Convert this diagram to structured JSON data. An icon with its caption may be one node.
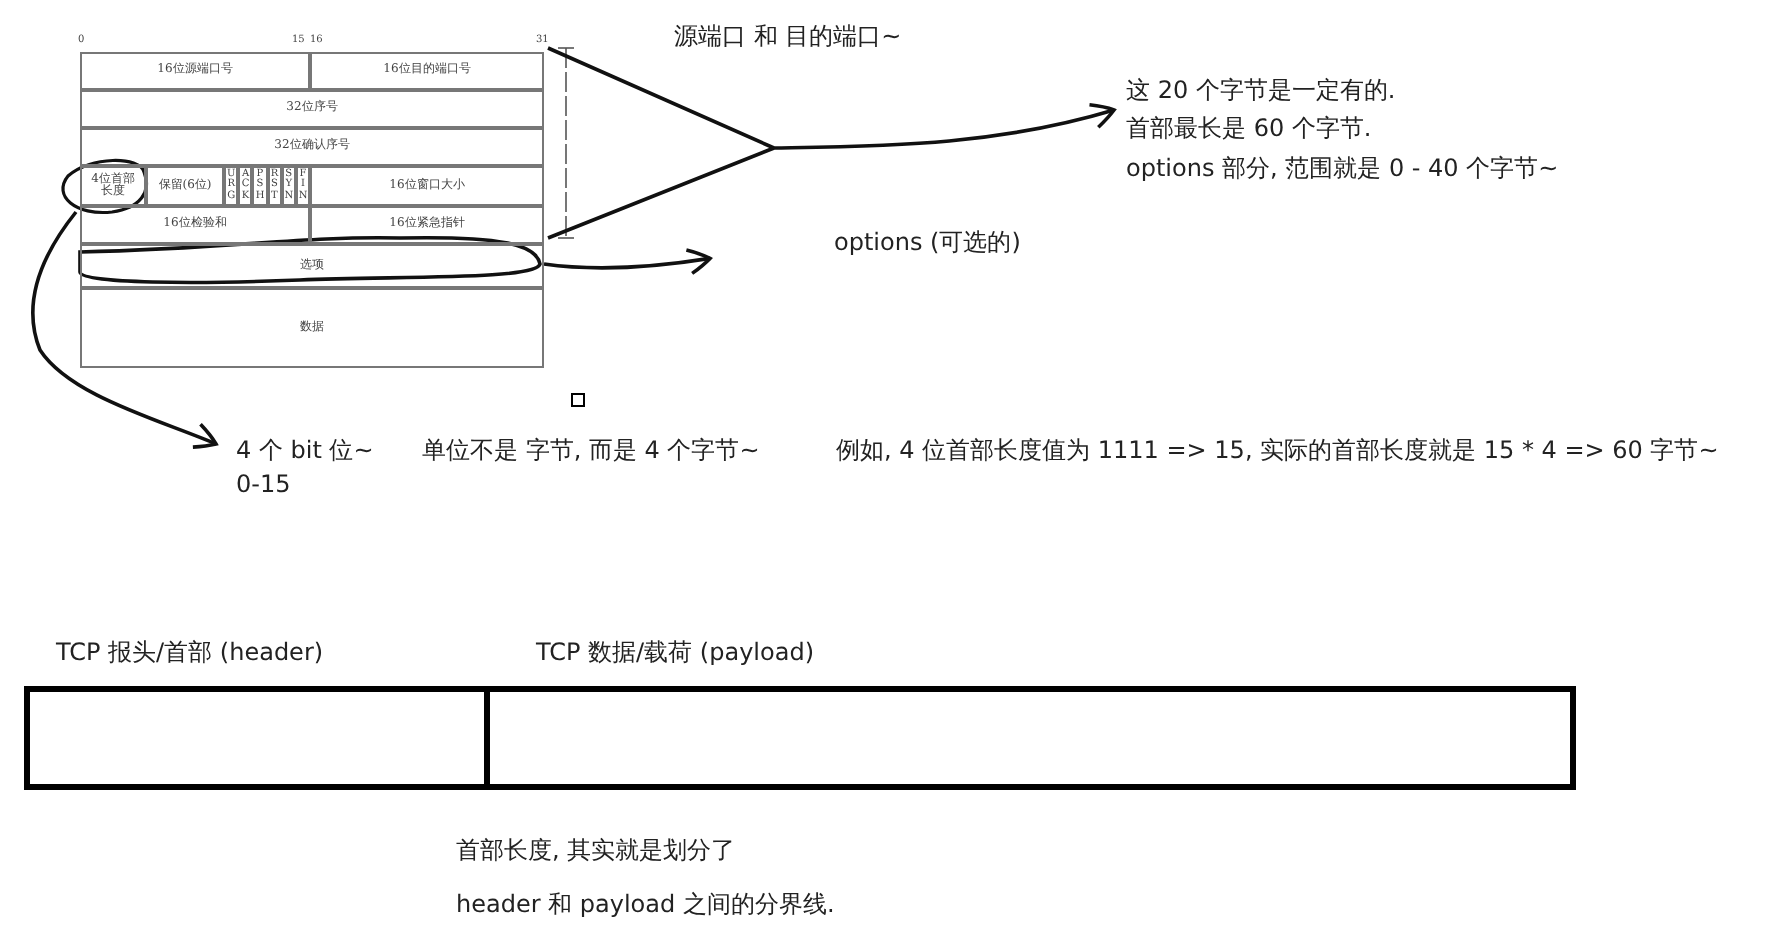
{
  "diagram": {
    "nodes": [
      {
        "text": [
          "16位源端口号"
        ]
      },
      {
        "text": [
          "16位目的端口号"
        ]
      },
      {
        "text": [
          "32位序号"
        ]
      },
      {
        "text": [
          "32位确认序号"
        ]
      },
      {
        "text": [
          "4位首部长度"
        ]
      },
      {
        "text": [
          "保留(6位)"
        ]
      },
      {
        "text": [
          "URG"
        ]
      },
      {
        "text": [
          "ACK"
        ]
      },
      {
        "text": [
          "PSH"
        ]
      },
      {
        "text": [
          "RST"
        ]
      },
      {
        "text": [
          "SYN"
        ]
      },
      {
        "text": [
          "FIN"
        ]
      },
      {
        "text": [
          "16位窗口大小"
        ]
      },
      {
        "text": [
          "16位检验和"
        ]
      },
      {
        "text": [
          "16位紧急指针"
        ]
      },
      {
        "text": [
          "选项"
        ]
      },
      {
        "text": [
          "数据"
        ]
      },
      {
        "text": [
          "这 20 个字节是一定有的.",
          "首部最长是 60 个字节.",
          "options 部分, 范围就是 0 - 40 个字节~"
        ]
      },
      {
        "text": [
          "options (可选的)"
        ]
      },
      {
        "text": [
          "4 个 bit 位~",
          "0-15"
        ]
      },
      {
        "text": [
          "TCP 报头/首部 (header)"
        ]
      },
      {
        "text": [
          "TCP 数据/载荷 (payload)"
        ]
      }
    ],
    "edges": [
      {
        "from": 1,
        "to": 17,
        "arrow": "to"
      },
      {
        "from": 14,
        "to": 17,
        "arrow": "to"
      },
      {
        "from": 15,
        "to": 18,
        "arrow": "to"
      },
      {
        "from": 4,
        "to": 19,
        "arrow": "to"
      }
    ],
    "labels": [
      "0",
      "15",
      "16",
      "31",
      "源端口 和 目的端口~",
      "单位不是 字节, 而是 4 个字节~",
      "例如, 4 位首部长度值为 1111 => 15, 实际的首部长度就是 15 * 4 => 60 字节~",
      "首部长度, 其实就是划分了",
      "header 和 payload 之间的分界线."
    ]
  }
}
